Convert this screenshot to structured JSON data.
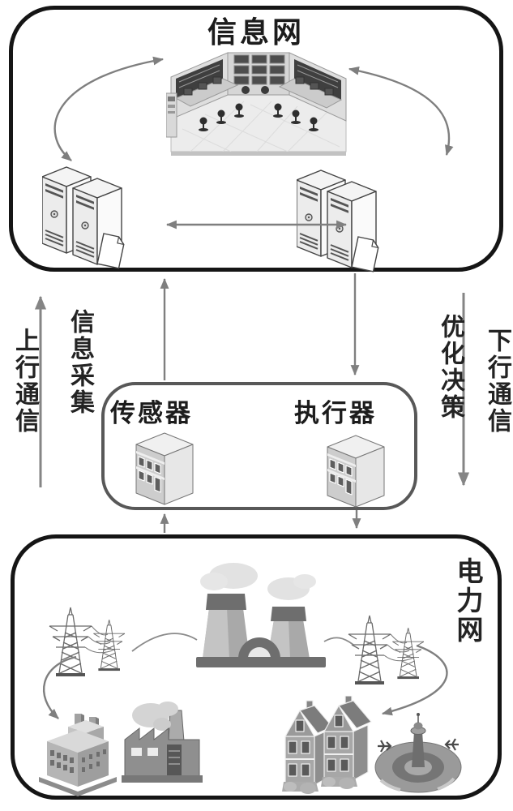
{
  "info_network": {
    "label": "信息网",
    "icons": [
      "control-room",
      "server-cluster-left",
      "server-cluster-right"
    ]
  },
  "field_box": {
    "sensor_label": "传感器",
    "actuator_label": "执行器",
    "icons": [
      "sensor-building",
      "actuator-building"
    ]
  },
  "power_network": {
    "label": "电力网",
    "icons": [
      "power-plant",
      "transmission-towers-left",
      "transmission-towers-right",
      "factory-building",
      "smoking-factory",
      "houses",
      "airport"
    ]
  },
  "flow_labels": {
    "uplink": "上行通信",
    "collection": "信息采集",
    "decision": "优化决策",
    "downlink": "下行通信"
  },
  "colors": {
    "arrow": "#7f7f7f",
    "outer_border": "#151515",
    "inner_border": "#585858",
    "text": "#232323"
  }
}
